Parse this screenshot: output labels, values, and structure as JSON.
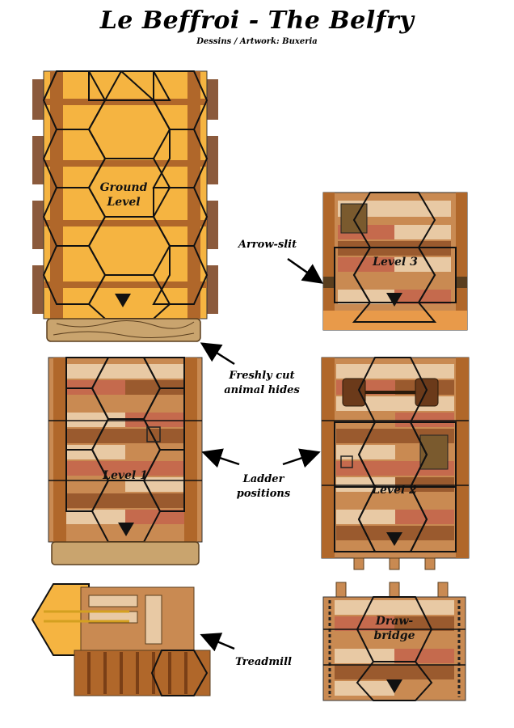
{
  "header": {
    "title": "Le Beffroi - The Belfry",
    "subtitle": "Dessins  / Artwork: Buxeria"
  },
  "tiles": {
    "ground": {
      "label_line1": "Ground",
      "label_line2": "Level"
    },
    "level3": {
      "label": "Level 3"
    },
    "level1": {
      "label": "Level 1"
    },
    "level2": {
      "label": "Level 2"
    },
    "drawbridge": {
      "label_line1": "Draw-",
      "label_line2": "bridge"
    }
  },
  "callouts": {
    "arrow_slit": "Arrow-slit",
    "hides_line1": "Freshly cut",
    "hides_line2": "animal hides",
    "ladder_line1": "Ladder",
    "ladder_line2": "positions",
    "treadmill": "Treadmill"
  },
  "colors": {
    "ground_fill": "#F5B441",
    "beam": "#B0672A",
    "beam_dark": "#7A3F16",
    "plank_light": "#E8C9A4",
    "plank_mid": "#C98A52",
    "plank_red": "#C56A4D",
    "plank_dark": "#9A5A2E",
    "hex_line": "#111111"
  }
}
